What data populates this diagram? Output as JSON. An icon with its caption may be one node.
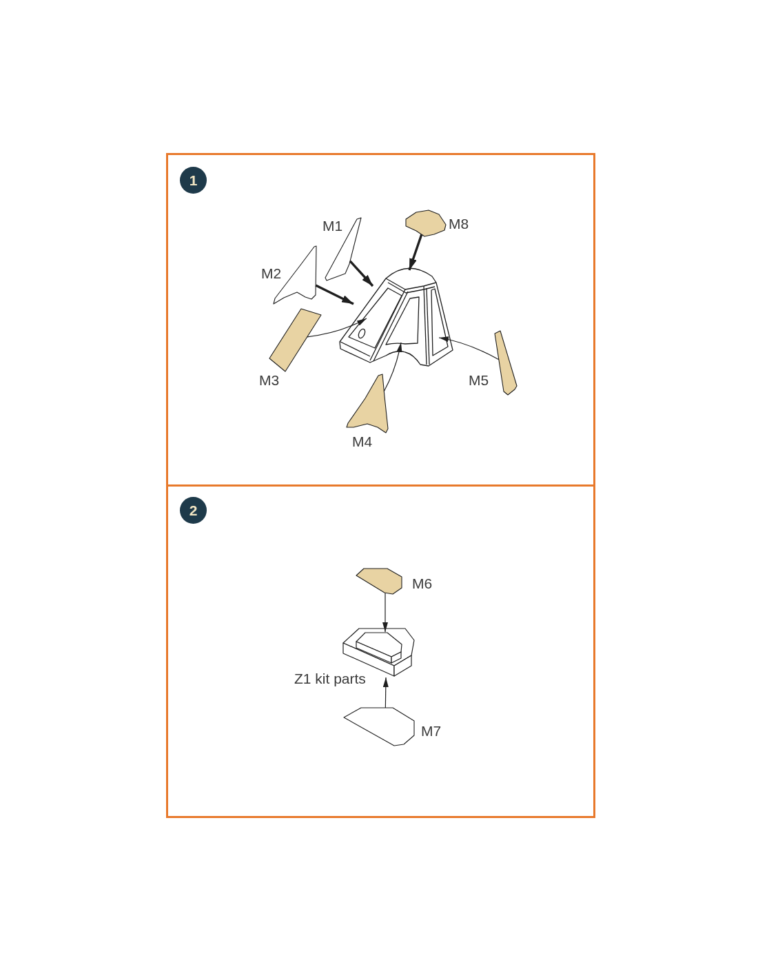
{
  "diagram": {
    "nodes": [
      {
        "text": [],
        "shape": "box"
      },
      {
        "text": [
          "1"
        ],
        "in": 0
      },
      {
        "text": [
          "M1"
        ],
        "in": 0
      },
      {
        "text": [
          "M8"
        ],
        "in": 0
      },
      {
        "text": [
          "M2"
        ],
        "in": 0
      },
      {
        "text": [],
        "shape": "picture",
        "in": 0
      },
      {
        "text": [
          "M3"
        ],
        "in": 0
      },
      {
        "text": [
          "M5"
        ],
        "in": 0
      },
      {
        "text": [
          "M4"
        ],
        "in": 0
      },
      {
        "text": [],
        "shape": "box"
      },
      {
        "text": [
          "2"
        ],
        "in": 9
      },
      {
        "text": [
          "M6"
        ],
        "in": 9
      },
      {
        "text": [
          "Z1 kit parts"
        ],
        "in": 9
      },
      {
        "text": [
          "M7"
        ],
        "in": 9
      }
    ],
    "edges": [
      {
        "from": 2,
        "to": 5,
        "arrow": "to",
        "style": "thick"
      },
      {
        "from": 3,
        "to": 5,
        "arrow": "to",
        "style": "thick"
      },
      {
        "from": 4,
        "to": 5,
        "arrow": "to",
        "style": "thick"
      },
      {
        "from": 6,
        "to": 5,
        "arrow": "to"
      },
      {
        "from": 7,
        "to": 5,
        "arrow": "to"
      },
      {
        "from": 8,
        "to": 5,
        "arrow": "to"
      },
      {
        "from": 11,
        "to": 12,
        "arrow": "to"
      },
      {
        "from": 13,
        "to": 12,
        "arrow": "to"
      }
    ]
  }
}
